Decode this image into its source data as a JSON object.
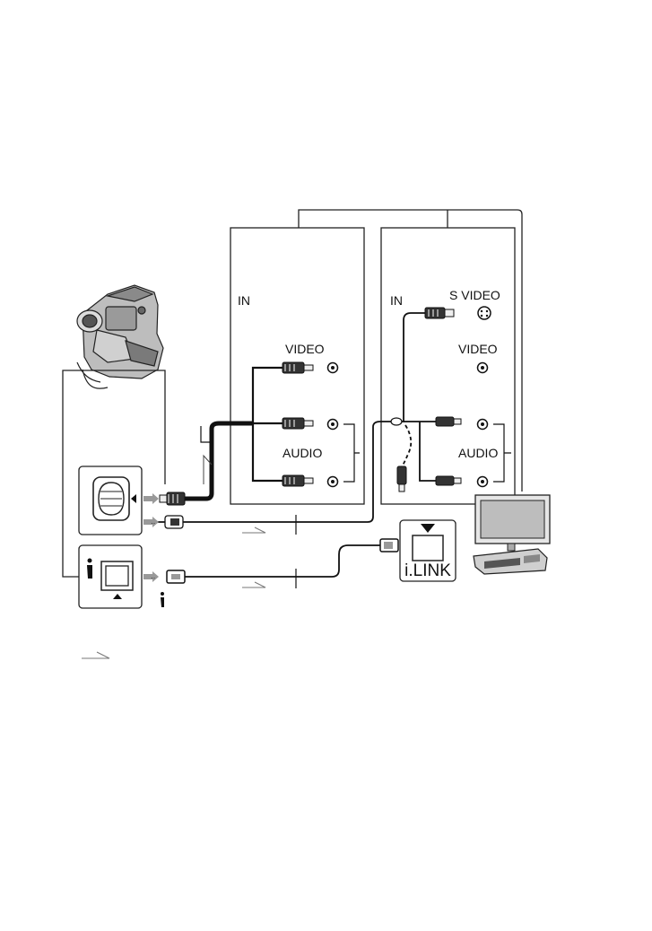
{
  "panels": {
    "left": {
      "in_label": "IN",
      "video_label": "VIDEO",
      "audio_label": "AUDIO"
    },
    "right": {
      "in_label": "IN",
      "svideo_label": "S VIDEO",
      "video_label": "VIDEO",
      "audio_label": "AUDIO"
    }
  },
  "ilink": {
    "label": "i.LINK"
  },
  "icons": {
    "camcorder": "camcorder-icon",
    "tv": "television-icon",
    "vcr": "vcr-icon",
    "ilink_symbol": "ilink-symbol-icon",
    "signal_flow_arrow": "signal-flow-arrow-icon"
  },
  "colors": {
    "line": "#111111",
    "arrow_gray": "#999999",
    "panel_border": "#222222"
  }
}
